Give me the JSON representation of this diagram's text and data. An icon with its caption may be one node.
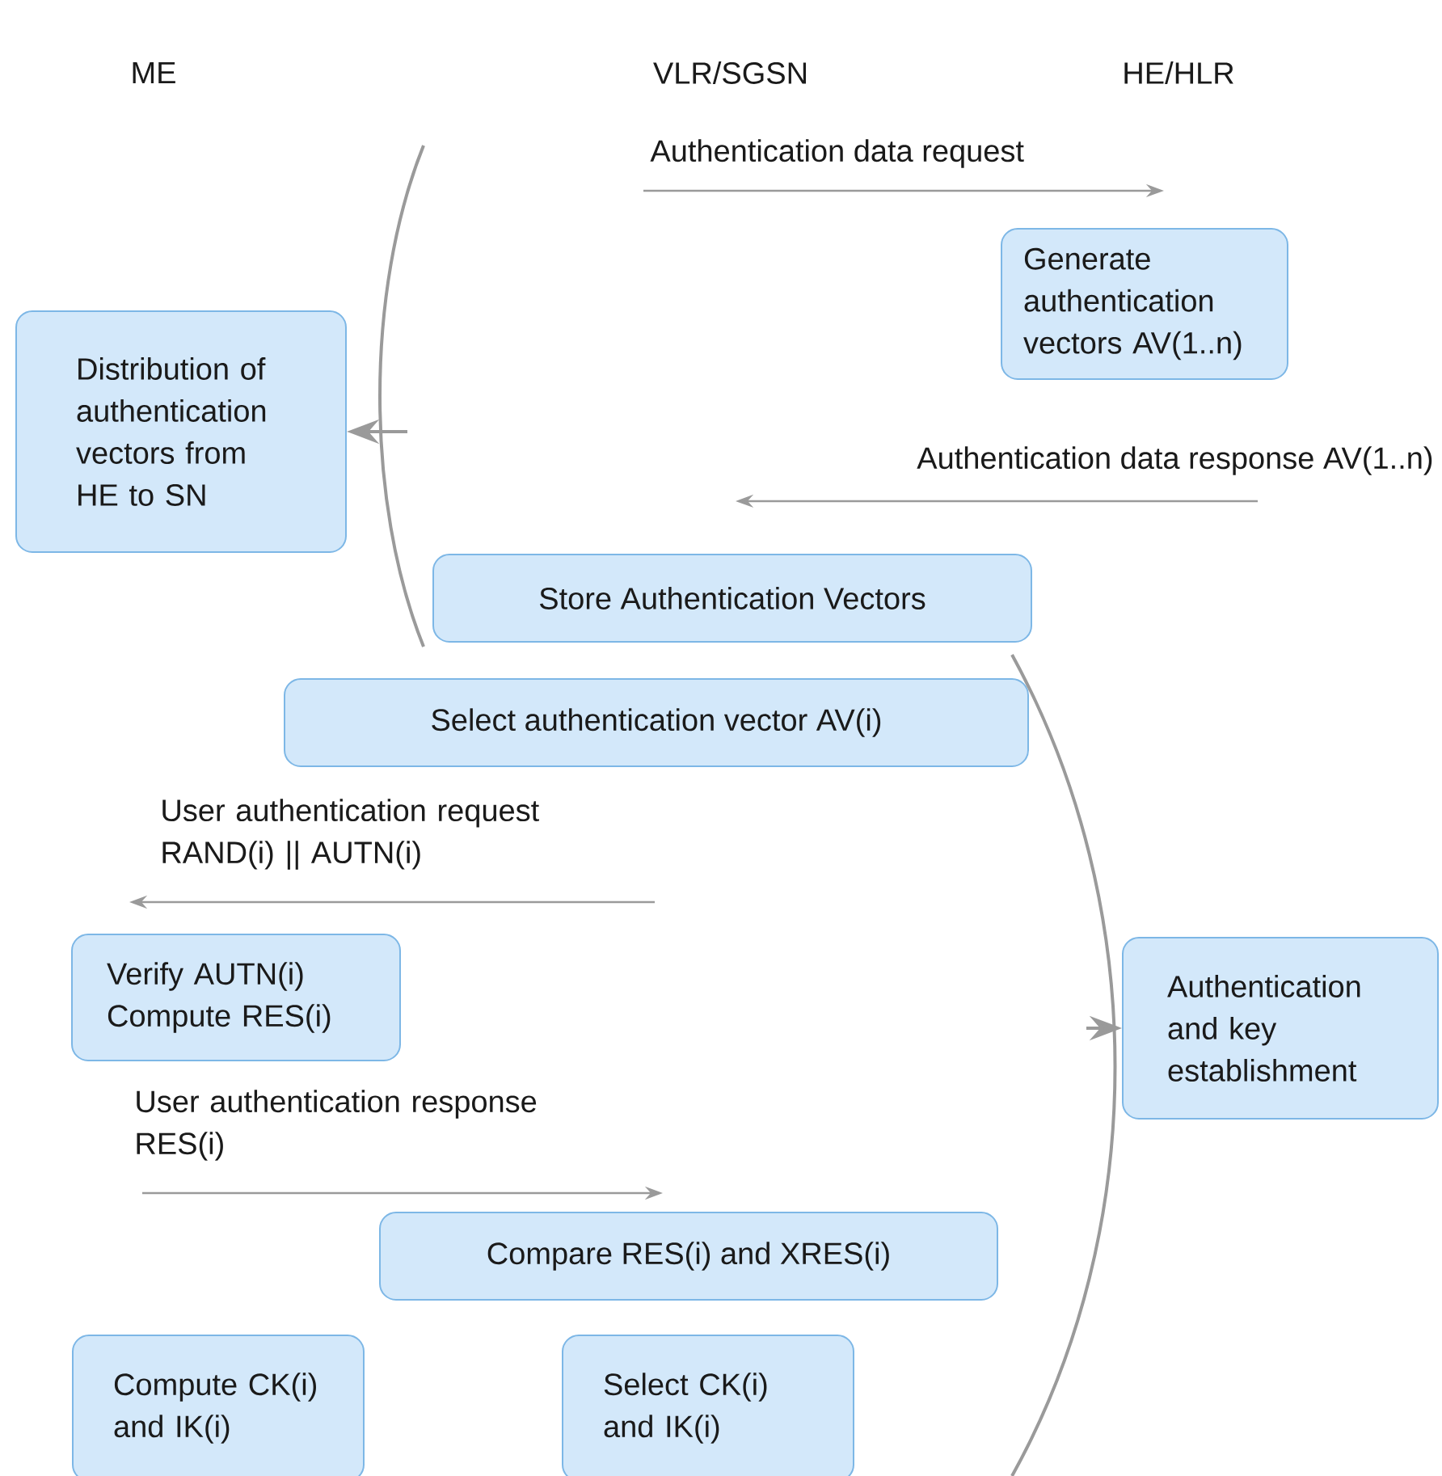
{
  "diagram": {
    "nodes": [
      {
        "text": [
          "Generate authentication vectors AV(1..n)"
        ]
      },
      {
        "text": [
          "Distribution of authentication vectors from HE to SN"
        ]
      },
      {
        "text": [
          "Store Authentication Vectors"
        ]
      },
      {
        "text": [
          "Select authentication vector AV(i)"
        ]
      },
      {
        "text": [
          "Verify AUTN(i) Compute RES(i)"
        ]
      },
      {
        "text": [
          "Authentication and key establishment"
        ]
      },
      {
        "text": [
          "Compare RES(i) and XRES(i)"
        ]
      },
      {
        "text": [
          "Compute CK(i) and IK(i)"
        ]
      },
      {
        "text": [
          "Select CK(i) and IK(i)"
        ]
      }
    ],
    "edges": [
      {
        "from": null,
        "to": 1,
        "arrow": "to"
      },
      {
        "from": null,
        "to": 5,
        "arrow": "to"
      }
    ],
    "labels": [
      "ME",
      "VLR/SGSN",
      "HE/HLR",
      "Authentication data request",
      "Authentication data response AV(1..n)",
      "User authentication request RAND(i) || AUTN(i)",
      "User authentication response RES(i)"
    ]
  }
}
